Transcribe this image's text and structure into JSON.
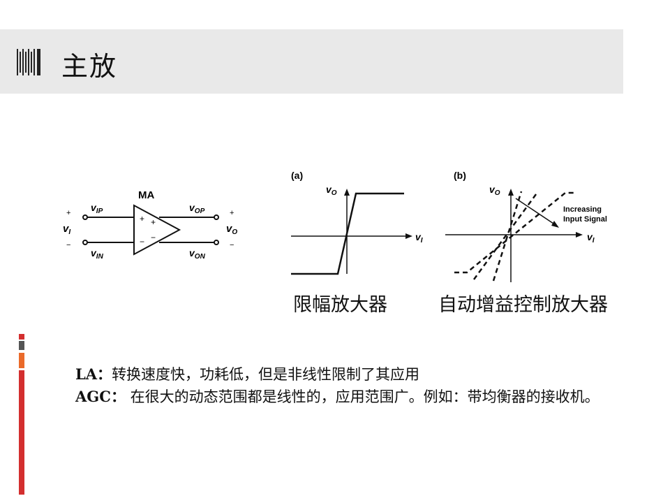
{
  "slide": {
    "title": "主放",
    "figure_ma": {
      "block_label": "MA",
      "in_pos": "v",
      "in_pos_sub": "IP",
      "in_neg": "v",
      "in_neg_sub": "IN",
      "out_pos": "v",
      "out_pos_sub": "OP",
      "out_neg": "v",
      "out_neg_sub": "ON",
      "vi": "v",
      "vi_sub": "I",
      "vo": "v",
      "vo_sub": "O",
      "plus": "+",
      "minus": "−"
    },
    "figure_la": {
      "tag": "(a)",
      "y_label": "v",
      "y_sub": "O",
      "x_label": "v",
      "x_sub": "I"
    },
    "figure_agc": {
      "tag": "(b)",
      "y_label": "v",
      "y_sub": "O",
      "x_label": "v",
      "x_sub": "I",
      "annotation_line1": "Increasing",
      "annotation_line2": "Input Signal"
    },
    "captions": {
      "la": "限幅放大器",
      "agc": "自动增益控制放大器"
    },
    "body": {
      "la_label": "LA：",
      "la_text": "转换速度快，功耗低，但是非线性限制了其应用",
      "agc_label": "AGC：",
      "agc_text": " 在很大的动态范围都是线性的，应用范围广。例如：带均衡器的接收机。"
    },
    "colors": {
      "title_bar": "#e9e9e9",
      "accent_red": "#d32f2f",
      "accent_orange": "#ea6a2a",
      "accent_gray": "#555555"
    }
  }
}
